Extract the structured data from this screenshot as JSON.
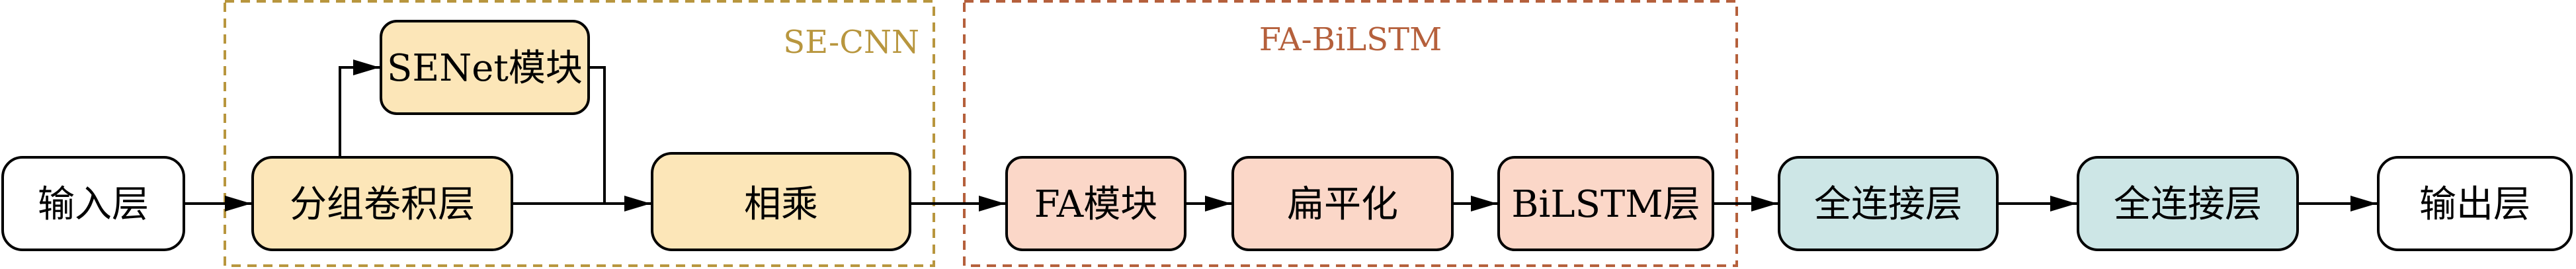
{
  "groups": {
    "se_cnn": {
      "label": "SE-CNN",
      "color": "#B8963E"
    },
    "fa_bilstm": {
      "label": "FA-BiLSTM",
      "color": "#B5603C"
    }
  },
  "nodes": {
    "input": {
      "label": "输入层",
      "fill": "#FFFFFF"
    },
    "group_conv": {
      "label": "分组卷积层",
      "fill": "#FCE6B8"
    },
    "senet": {
      "label": "SENet模块",
      "fill": "#FCE6B8"
    },
    "multiply": {
      "label": "相乘",
      "fill": "#FCE6B8"
    },
    "fa_module": {
      "label": "FA模块",
      "fill": "#FBD7C8"
    },
    "flatten": {
      "label": "扁平化",
      "fill": "#FBD7C8"
    },
    "bilstm": {
      "label": "BiLSTM层",
      "fill": "#FBD7C8"
    },
    "fc1": {
      "label": "全连接层",
      "fill": "#CDE6E6"
    },
    "fc2": {
      "label": "全连接层",
      "fill": "#CDE6E6"
    },
    "output": {
      "label": "输出层",
      "fill": "#FFFFFF"
    }
  },
  "colors": {
    "stroke": "#000000",
    "arrow": "#000000"
  }
}
